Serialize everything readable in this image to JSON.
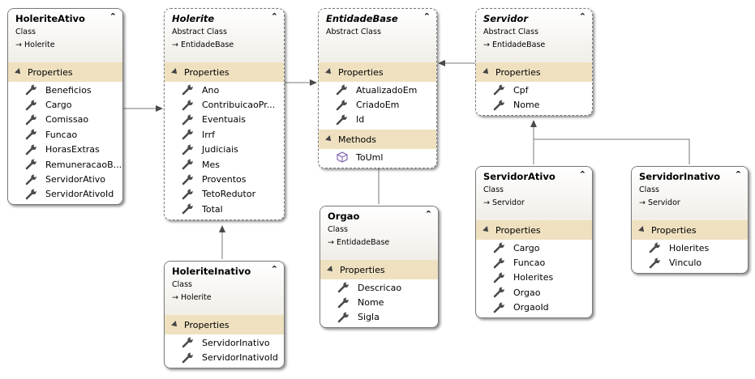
{
  "classes": {
    "holerite_ativo": {
      "name": "HoleriteAtivo",
      "stereotype": "Class",
      "base": "Holerite",
      "properties_label": "Properties",
      "properties": [
        "Beneficios",
        "Cargo",
        "Comissao",
        "Funcao",
        "HorasExtras",
        "RemuneracaoB...",
        "ServidorAtivo",
        "ServidorAtivoId"
      ]
    },
    "holerite": {
      "name": "Holerite",
      "stereotype": "Abstract Class",
      "base": "EntidadeBase",
      "properties_label": "Properties",
      "properties": [
        "Ano",
        "ContribuicaoPr...",
        "Eventuais",
        "Irrf",
        "Judiciais",
        "Mes",
        "Proventos",
        "TetoRedutor",
        "Total"
      ]
    },
    "holerite_inativo": {
      "name": "HoleriteInativo",
      "stereotype": "Class",
      "base": "Holerite",
      "properties_label": "Properties",
      "properties": [
        "ServidorInativo",
        "ServidorInativoId"
      ]
    },
    "entidade_base": {
      "name": "EntidadeBase",
      "stereotype": "Abstract Class",
      "properties_label": "Properties",
      "properties": [
        "AtualizadoEm",
        "CriadoEm",
        "Id"
      ],
      "methods_label": "Methods",
      "methods": [
        "ToUml"
      ]
    },
    "orgao": {
      "name": "Orgao",
      "stereotype": "Class",
      "base": "EntidadeBase",
      "properties_label": "Properties",
      "properties": [
        "Descricao",
        "Nome",
        "Sigla"
      ]
    },
    "servidor": {
      "name": "Servidor",
      "stereotype": "Abstract Class",
      "base": "EntidadeBase",
      "properties_label": "Properties",
      "properties": [
        "Cpf",
        "Nome"
      ]
    },
    "servidor_ativo": {
      "name": "ServidorAtivo",
      "stereotype": "Class",
      "base": "Servidor",
      "properties_label": "Properties",
      "properties": [
        "Cargo",
        "Funcao",
        "Holerites",
        "Orgao",
        "OrgaoId"
      ]
    },
    "servidor_inativo": {
      "name": "ServidorInativo",
      "stereotype": "Class",
      "base": "Servidor",
      "properties_label": "Properties",
      "properties": [
        "Holerites",
        "Vinculo"
      ]
    }
  },
  "glyphs": {
    "collapse": "⌃",
    "inherits": "→"
  },
  "icons": {
    "property": "wrench-icon",
    "method": "cube-icon",
    "section": "triangle-icon",
    "collapse": "chevron-up-icon"
  },
  "colors": {
    "section_bg": "#efe1c0",
    "border": "#7a7a7a",
    "connector": "#7a7a7a",
    "method_icon": "#7a5da8"
  }
}
